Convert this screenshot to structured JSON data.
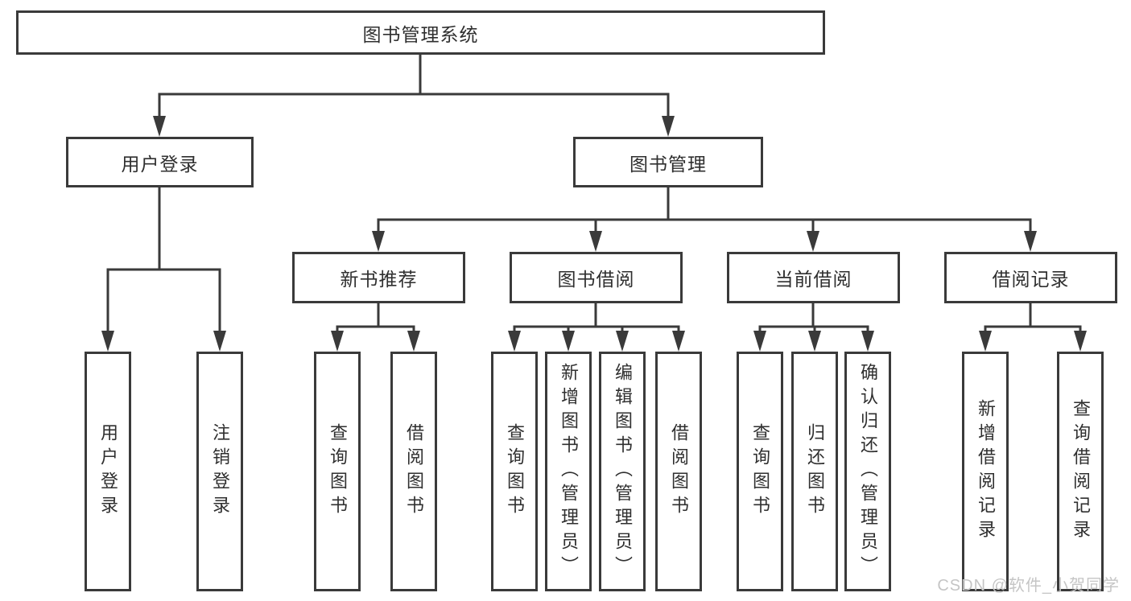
{
  "diagram": {
    "title": "图书管理系统",
    "watermark": "CSDN @软件_小贺同学"
  },
  "tree": {
    "root": {
      "label": "图书管理系统"
    },
    "level2": [
      {
        "label": "用户登录",
        "parent": "图书管理系统"
      },
      {
        "label": "图书管理",
        "parent": "图书管理系统"
      }
    ],
    "level3": [
      {
        "label": "新书推荐",
        "parent": "图书管理"
      },
      {
        "label": "图书借阅",
        "parent": "图书管理"
      },
      {
        "label": "当前借阅",
        "parent": "图书管理"
      },
      {
        "label": "借阅记录",
        "parent": "图书管理"
      }
    ],
    "leaves": [
      {
        "label": "用户登录",
        "parent": "用户登录"
      },
      {
        "label": "注销登录",
        "parent": "用户登录"
      },
      {
        "label": "查询图书",
        "parent": "新书推荐"
      },
      {
        "label": "借阅图书",
        "parent": "新书推荐"
      },
      {
        "label": "查询图书",
        "parent": "图书借阅"
      },
      {
        "label": "新增图书（管理员）",
        "parent": "图书借阅"
      },
      {
        "label": "编辑图书（管理员）",
        "parent": "图书借阅"
      },
      {
        "label": "借阅图书",
        "parent": "图书借阅"
      },
      {
        "label": "查询图书",
        "parent": "当前借阅"
      },
      {
        "label": "归还图书",
        "parent": "当前借阅"
      },
      {
        "label": "确认归还（管理员）",
        "parent": "当前借阅"
      },
      {
        "label": "新增借阅记录",
        "parent": "借阅记录"
      },
      {
        "label": "查询借阅记录",
        "parent": "借阅记录"
      }
    ]
  },
  "colors": {
    "line": "#3a3a3a",
    "text": "#2f2f2f",
    "watermark": "#c5c5c5",
    "background": "#ffffff"
  }
}
